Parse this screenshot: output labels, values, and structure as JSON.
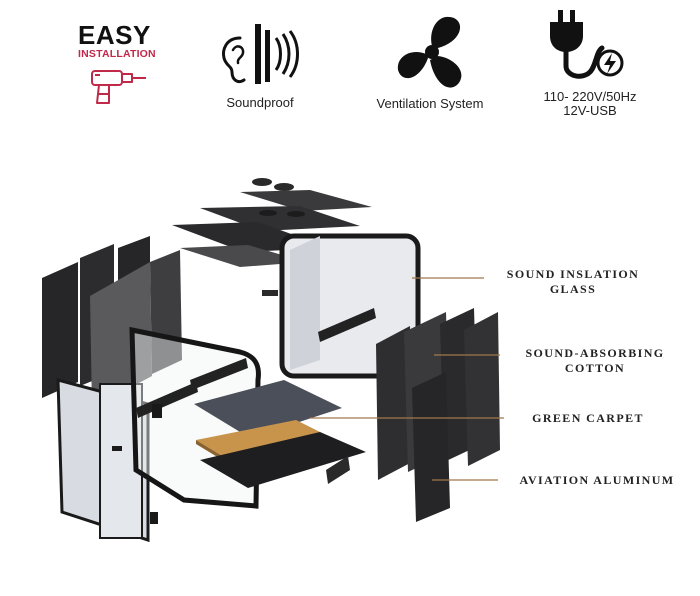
{
  "features": {
    "easy": {
      "title": "EASY",
      "subtitle": "INSTALLATION",
      "icon": "drill-icon",
      "accent": "#c0294a"
    },
    "soundproof": {
      "label": "Soundproof",
      "icon": "ear-soundwave-icon"
    },
    "ventilation": {
      "label": "Ventilation System",
      "icon": "fan-icon"
    },
    "power": {
      "line1": "110- 220V/50Hz",
      "line2": "12V-USB",
      "icon": "plug-bolt-icon"
    }
  },
  "callouts": {
    "glass": {
      "line1": "SOUND INSLATION",
      "line2": "GLASS"
    },
    "cotton": {
      "line1": "SOUND-ABSORBING",
      "line2": "COTTON"
    },
    "carpet": {
      "label": "GREEN CARPET"
    },
    "aluminum": {
      "label": "AVIATION ALUMINUM"
    }
  },
  "colors": {
    "leader": "#a0784a",
    "carpet": "#4a4f5a",
    "wood": "#c8944c",
    "panel": "#2e2e30"
  }
}
